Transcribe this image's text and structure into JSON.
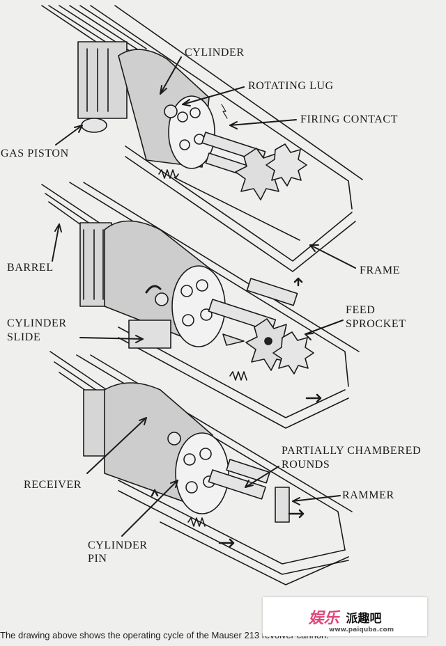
{
  "labels": {
    "cylinder": "CYLINDER",
    "rotating_lug": "ROTATING LUG",
    "firing_contact": "FIRING CONTACT",
    "gas_piston": "GAS PISTON",
    "barrel": "BARREL",
    "frame": "FRAME",
    "cylinder_slide_1": "CYLINDER",
    "cylinder_slide_2": "SLIDE",
    "feed_sprocket_1": "FEED",
    "feed_sprocket_2": "SPROCKET",
    "partially_chambered_1": "PARTIALLY CHAMBERED",
    "partially_chambered_2": "ROUNDS",
    "receiver": "RECEIVER",
    "rammer": "RAMMER",
    "cylinder_pin_1": "CYLINDER",
    "cylinder_pin_2": "PIN"
  },
  "caption": "The drawing above shows the operating cycle of the Mauser 213 revolver cannon.",
  "watermark": {
    "logo_text": "娱乐",
    "brand_text": "派趣吧",
    "url": "www.paiquba.com"
  }
}
